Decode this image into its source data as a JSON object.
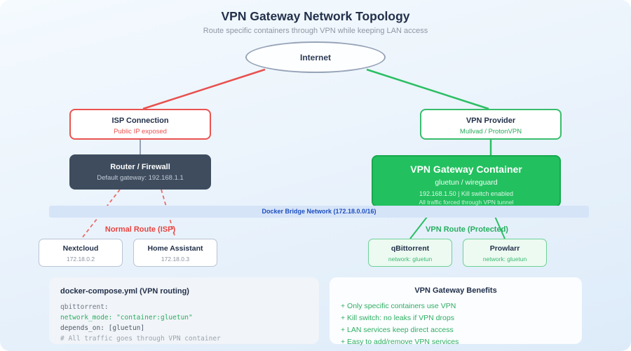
{
  "header": {
    "title": "VPN Gateway Network Topology",
    "subtitle": "Route specific containers through VPN while keeping LAN access"
  },
  "nodes": {
    "internet": {
      "label": "Internet"
    },
    "isp": {
      "label": "ISP Connection",
      "sublabel": "Public IP exposed"
    },
    "vpn_provider": {
      "label": "VPN Provider",
      "sublabel": "Mullvad / ProtonVPN"
    },
    "router": {
      "label": "Router / Firewall",
      "sublabel": "Default gateway: 192.168.1.1"
    },
    "gateway": {
      "label": "VPN Gateway Container",
      "sublabel": "gluetun / wireguard",
      "detail1": "192.168.1.50 | Kill switch enabled",
      "detail2": "All traffic forced through VPN tunnel"
    },
    "nextcloud": {
      "label": "Nextcloud",
      "sublabel": "172.18.0.2"
    },
    "home_assistant": {
      "label": "Home Assistant",
      "sublabel": "172.18.0.3"
    },
    "qbittorrent": {
      "label": "qBittorrent",
      "sublabel": "network: gluetun"
    },
    "prowlarr": {
      "label": "Prowlarr",
      "sublabel": "network: gluetun"
    }
  },
  "bridge_band": {
    "label": "Docker Bridge Network (172.18.0.0/16)"
  },
  "route_labels": {
    "normal": "Normal Route (ISP)",
    "vpn": "VPN Route (Protected)"
  },
  "compose_panel": {
    "title": "docker-compose.yml (VPN routing)",
    "line1": "qbittorrent:",
    "line2": "network_mode: \"container:gluetun\"",
    "line3": "depends_on: [gluetun]",
    "line4": "# All traffic goes through VPN container"
  },
  "benefits_panel": {
    "title": "VPN Gateway Benefits",
    "items": [
      "+ Only specific containers use VPN",
      "+ Kill switch: no leaks if VPN drops",
      "+ LAN services keep direct access",
      "+ Easy to add/remove VPN services"
    ]
  },
  "colors": {
    "accent_red": "#e8433f",
    "accent_green": "#23c05f",
    "dark_node": "#3e4c5e",
    "band_blue": "#d6e4f8",
    "band_text": "#1d4fbe",
    "title_navy": "#22304a"
  }
}
